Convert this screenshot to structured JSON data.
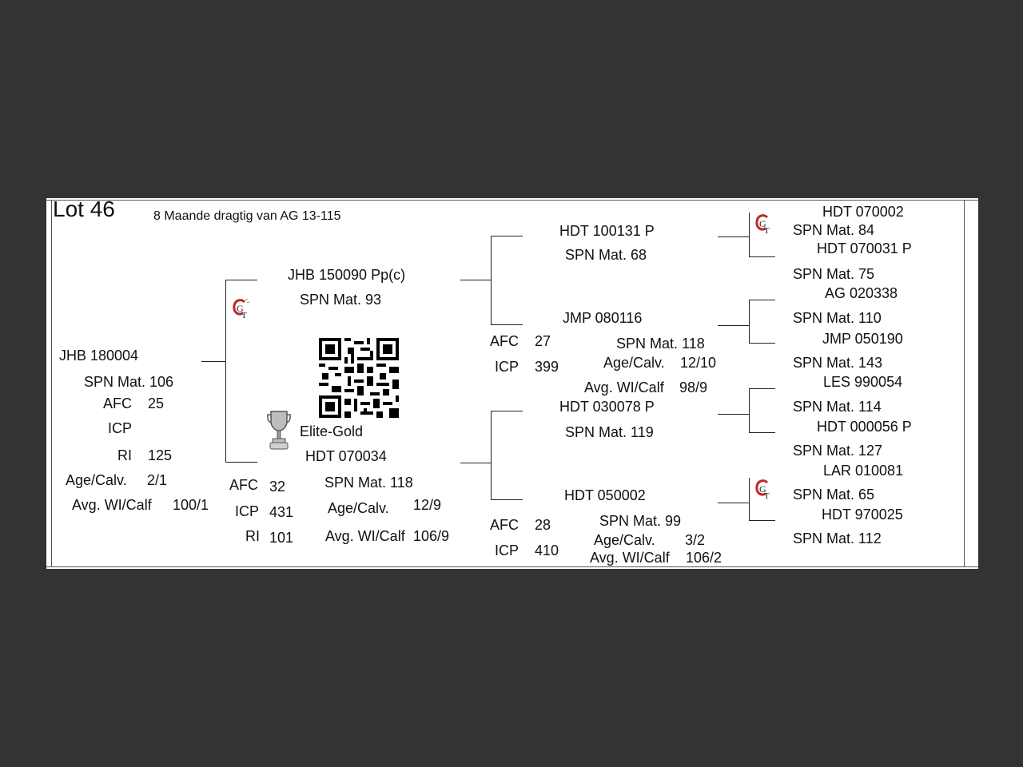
{
  "header": {
    "lot": "Lot 46",
    "note": "8 Maande dragtig van AG 13-115"
  },
  "animal": {
    "id": "JHB 180004",
    "spn": "SPN Mat. 106",
    "afc_label": "AFC",
    "afc": "25",
    "icp_label": "ICP",
    "icp": "",
    "ri_label": "RI",
    "ri": "125",
    "age_label": "Age/Calv.",
    "age": "2/1",
    "avg_label": "Avg. WI/Calf",
    "avg": "100/1"
  },
  "sire": {
    "id": "JHB 150090  Pp(c)",
    "spn": "SPN Mat. 93"
  },
  "dam": {
    "award": "Elite-Gold",
    "id": "HDT 070034",
    "afc_label": "AFC",
    "afc": "32",
    "icp_label": "ICP",
    "icp": "431",
    "ri_label": "RI",
    "ri": "101",
    "spn": "SPN Mat. 118",
    "age_label": "Age/Calv.",
    "age": "12/9",
    "avg_label": "Avg. WI/Calf",
    "avg": "106/9"
  },
  "ss": {
    "id": "HDT 100131  P",
    "spn": "SPN Mat. 68"
  },
  "sd": {
    "id": "JMP 080116",
    "afc_label": "AFC",
    "afc": "27",
    "icp_label": "ICP",
    "icp": "399",
    "spn": "SPN Mat. 118",
    "age_label": "Age/Calv.",
    "age": "12/10",
    "avg_label": "Avg. WI/Calf",
    "avg": "98/9"
  },
  "ds": {
    "id": "HDT 030078  P",
    "spn": "SPN Mat. 119"
  },
  "dd": {
    "id": "HDT 050002",
    "afc_label": "AFC",
    "afc": "28",
    "icp_label": "ICP",
    "icp": "410",
    "spn": "SPN Mat. 99",
    "age_label": "Age/Calv.",
    "age": "3/2",
    "avg_label": "Avg. WI/Calf",
    "avg": "106/2"
  },
  "gen3": [
    {
      "id": "HDT 070002",
      "spn": "SPN Mat. 84"
    },
    {
      "id": "HDT 070031  P",
      "spn": "SPN Mat. 75"
    },
    {
      "id": "AG  020338",
      "spn": "SPN Mat. 110"
    },
    {
      "id": "JMP 050190",
      "spn": "SPN Mat. 143"
    },
    {
      "id": "LES 990054",
      "spn": "SPN Mat. 114"
    },
    {
      "id": "HDT 000056  P",
      "spn": "SPN Mat. 127"
    },
    {
      "id": "LAR 010081",
      "spn": "SPN Mat. 65"
    },
    {
      "id": "HDT 970025",
      "spn": "SPN Mat. 112"
    }
  ]
}
